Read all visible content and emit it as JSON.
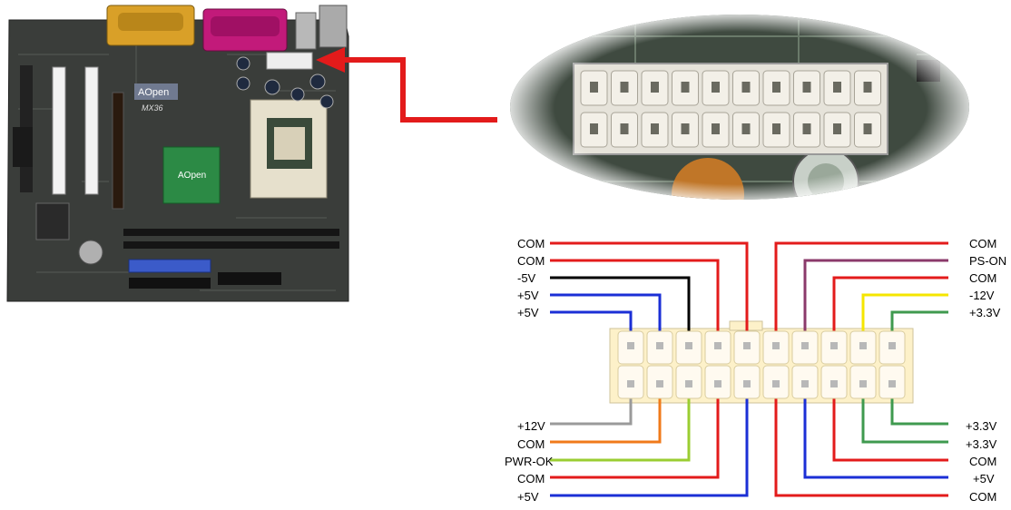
{
  "board_photo": {
    "brand_text": "AOpen",
    "model_text": "MX36",
    "chip_text": "AOpen"
  },
  "connector": {
    "left_labels_top": [
      "COM",
      "COM",
      "-5V",
      "+5V",
      "+5V"
    ],
    "right_labels_top": [
      "COM",
      "PS-ON",
      "COM",
      "-12V",
      "+3.3V"
    ],
    "left_labels_bottom": [
      "+12V",
      "COM",
      "PWR-OK",
      "COM",
      "+5V"
    ],
    "right_labels_bottom": [
      "+3.3V",
      "+3.3V",
      "COM",
      "+5V",
      "COM"
    ],
    "colors": {
      "red": "#e31b1b",
      "black": "#000000",
      "blue": "#1b2fd6",
      "purple": "#8b3a6b",
      "yellow": "#f5e600",
      "green": "#3f9a4f",
      "gray": "#9a9a9a",
      "orange": "#f07a1a",
      "lime": "#9acd32",
      "arrow": "#e31b1b",
      "housing": "#fdf1c9"
    }
  }
}
